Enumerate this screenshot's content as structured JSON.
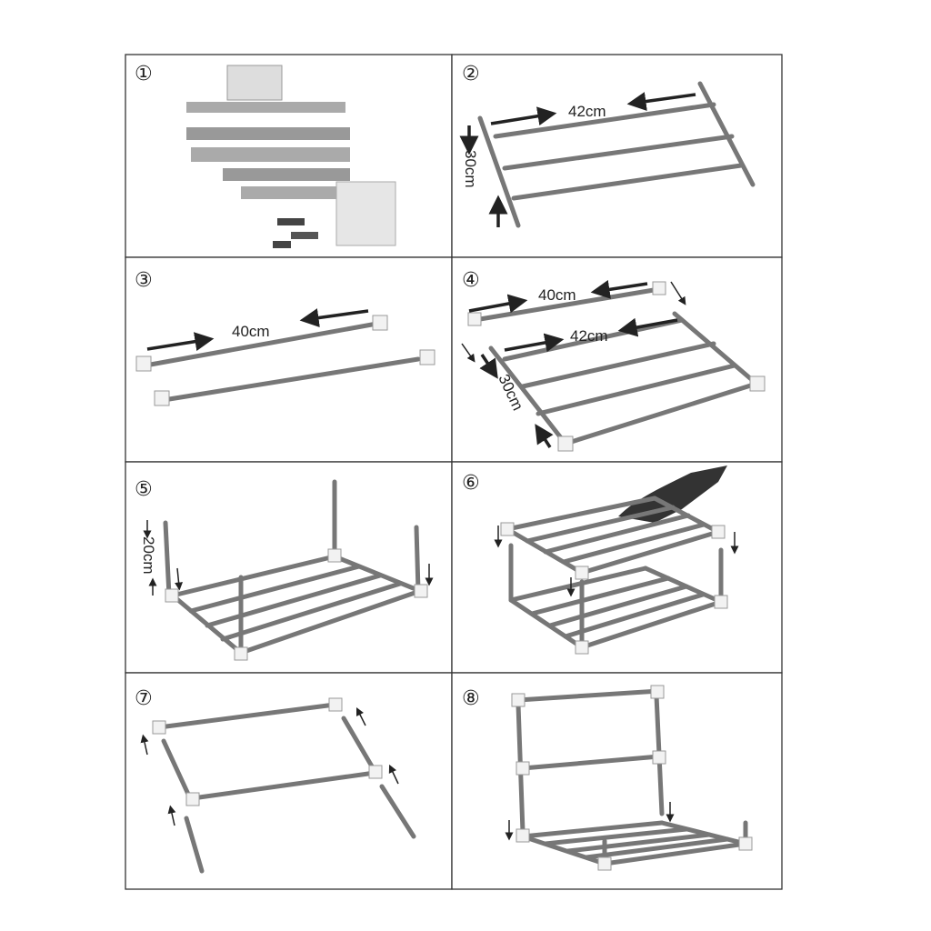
{
  "steps": [
    {
      "number": "①"
    },
    {
      "number": "②",
      "labels": [
        "42cm",
        "30cm"
      ]
    },
    {
      "number": "③",
      "labels": [
        "40cm"
      ]
    },
    {
      "number": "④",
      "labels": [
        "40cm",
        "42cm",
        "30cm"
      ]
    },
    {
      "number": "⑤",
      "labels": [
        "20cm"
      ]
    },
    {
      "number": "⑥"
    },
    {
      "number": "⑦"
    },
    {
      "number": "⑧"
    }
  ]
}
